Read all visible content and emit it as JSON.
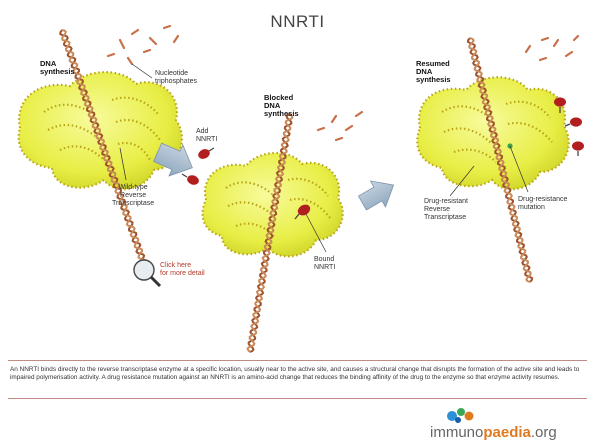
{
  "title": "NNRTI",
  "labels": {
    "dna_synthesis": [
      "DNA",
      "synthesis"
    ],
    "nucleotide": [
      "Nucleotide",
      "triphosphates"
    ],
    "add_nnrti": [
      "Add",
      "NNRTI"
    ],
    "wild_type": [
      "Wild-type",
      "Reverse",
      "Transcriptase"
    ],
    "blocked": [
      "Blocked",
      "DNA",
      "synthesis"
    ],
    "resumed": [
      "Resumed",
      "DNA",
      "synthesis"
    ],
    "bound": [
      "Bound",
      "NNRTI"
    ],
    "drug_resistant": [
      "Drug-resistant",
      "Reverse",
      "Transcriptase"
    ],
    "drug_resistance_mutation": [
      "Drug-resistance",
      "mutation"
    ],
    "click_here": [
      "Click here",
      "for more detail"
    ]
  },
  "caption": "An NNRTI binds directly to the reverse transcriptase enzyme at a specific location, usually near to the active site, and causes a structural change that disrupts the formation of the active site and leads to impaired polymerisation activity. A drug resistance mutation against an NNRTI is an amino-acid change that reduces the binding affinity of the drug to the enzyme so that enzyme activity resumes.",
  "brand": {
    "prefix": "immuno",
    "bold": "paedia",
    "suffix": ".org"
  },
  "colors": {
    "enzyme_fill": "#eaf04a",
    "enzyme_bead": "#c9b51a",
    "dna": "#a0522d",
    "drug": "#b21f1f",
    "arrow": "#a9bccf",
    "nucleotide": "#c7714a"
  }
}
